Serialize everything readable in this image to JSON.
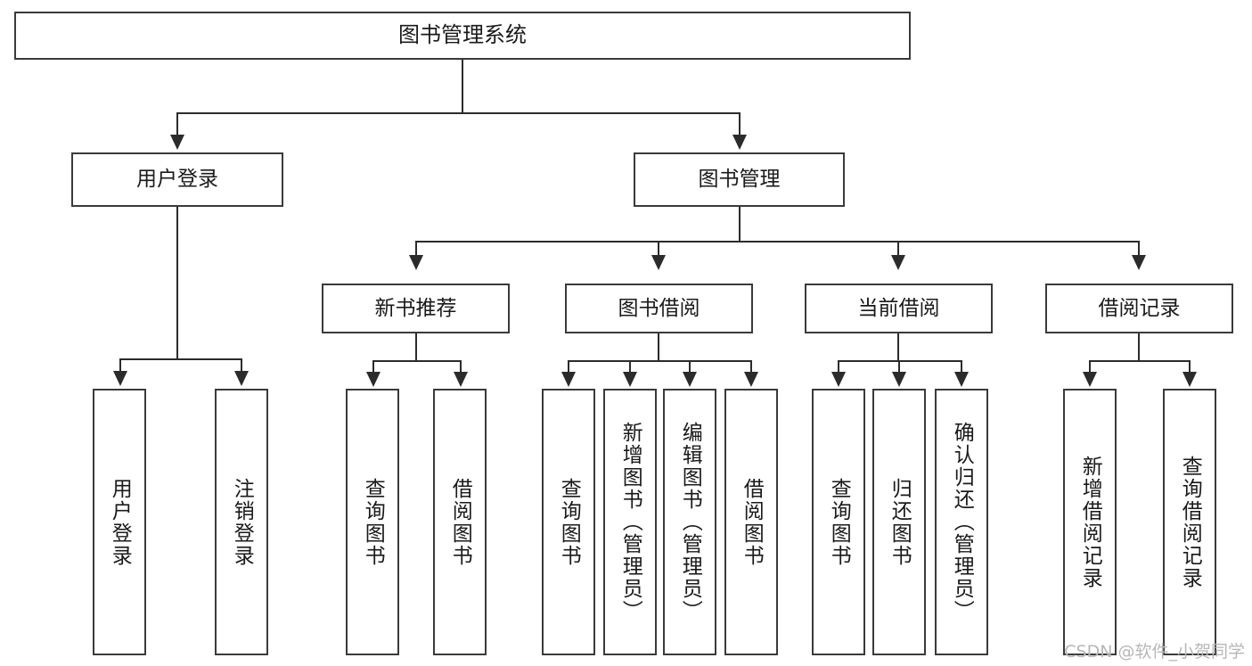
{
  "diagram": {
    "type": "tree-hierarchy",
    "title": "图书管理系统",
    "watermark": "CSDN @软件_小贺同学",
    "colors": {
      "box_border": "#3a3a3a",
      "connector": "#2b2b2b",
      "background": "#ffffff",
      "text": "#1a1a1a",
      "watermark": "#b7b7b7"
    },
    "levels": {
      "level0": {
        "label": "图书管理系统"
      },
      "level1": [
        {
          "label": "用户登录"
        },
        {
          "label": "图书管理"
        }
      ],
      "level2": [
        {
          "label": "新书推荐",
          "parent": "图书管理"
        },
        {
          "label": "图书借阅",
          "parent": "图书管理"
        },
        {
          "label": "当前借阅",
          "parent": "图书管理"
        },
        {
          "label": "借阅记录",
          "parent": "图书管理"
        }
      ],
      "level3": [
        {
          "label": "用户登录",
          "parent": "用户登录"
        },
        {
          "label": "注销登录",
          "parent": "用户登录"
        },
        {
          "label": "查询图书",
          "parent": "新书推荐"
        },
        {
          "label": "借阅图书",
          "parent": "新书推荐"
        },
        {
          "label": "查询图书",
          "parent": "图书借阅"
        },
        {
          "label": "新增图书（管理员）",
          "parent": "图书借阅"
        },
        {
          "label": "编辑图书（管理员）",
          "parent": "图书借阅"
        },
        {
          "label": "借阅图书",
          "parent": "图书借阅"
        },
        {
          "label": "查询图书",
          "parent": "当前借阅"
        },
        {
          "label": "归还图书",
          "parent": "当前借阅"
        },
        {
          "label": "确认归还（管理员）",
          "parent": "当前借阅"
        },
        {
          "label": "新增借阅记录",
          "parent": "借阅记录"
        },
        {
          "label": "查询借阅记录",
          "parent": "借阅记录"
        }
      ]
    }
  }
}
